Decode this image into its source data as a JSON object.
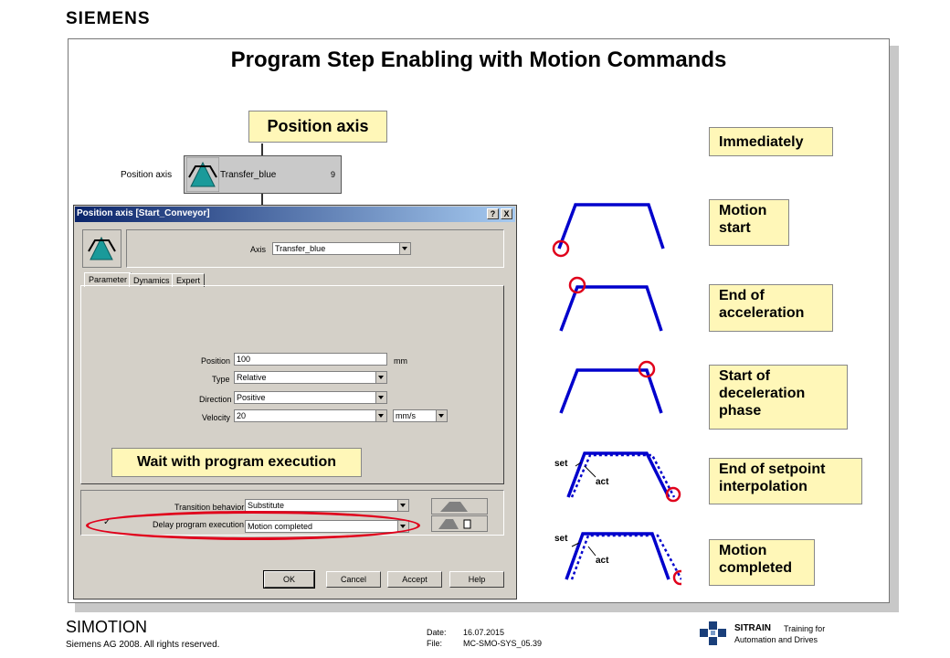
{
  "brand": {
    "logo": "SIEMENS"
  },
  "slide": {
    "title": "Program Step Enabling with Motion Commands",
    "position_axis_label": "Position axis",
    "wait_label": "Wait with program execution"
  },
  "sequence_block": {
    "label": "Position axis",
    "name": "Transfer_blue",
    "number": "9"
  },
  "dialog": {
    "title": "Position axis [Start_Conveyor]",
    "help_btn": "?",
    "close_btn": "X",
    "axis_label": "Axis",
    "axis_value": "Transfer_blue",
    "tabs": [
      "Parameter",
      "Dynamics",
      "Expert"
    ],
    "fields": {
      "position_label": "Position",
      "position_value": "100",
      "position_unit": "mm",
      "type_label": "Type",
      "type_value": "Relative",
      "direction_label": "Direction",
      "direction_value": "Positive",
      "velocity_label": "Velocity",
      "velocity_value": "20",
      "velocity_unit": "mm/s"
    },
    "transition_label": "Transition behavior",
    "transition_value": "Substitute",
    "delay_label": "Delay program execution",
    "delay_checked": true,
    "delay_value": "Motion completed",
    "buttons": {
      "ok": "OK",
      "cancel": "Cancel",
      "accept": "Accept",
      "help": "Help"
    }
  },
  "enable_options": [
    {
      "label_lines": [
        "Immediately"
      ]
    },
    {
      "label_lines": [
        "Motion",
        "start"
      ]
    },
    {
      "label_lines": [
        "End of",
        "acceleration"
      ]
    },
    {
      "label_lines": [
        "Start of",
        "deceleration",
        "phase"
      ]
    },
    {
      "label_lines": [
        "End of setpoint",
        "interpolation"
      ]
    },
    {
      "label_lines": [
        "Motion",
        "completed"
      ]
    }
  ],
  "profile_labels": {
    "set": "set",
    "act": "act"
  },
  "colors": {
    "profile": "#0000cc",
    "marker": "#e0001b",
    "label_bg": "#fff7b8",
    "dialog_bg": "#d4d0c8"
  },
  "footer": {
    "product": "SIMOTION",
    "copyright": "Siemens AG 2008. All rights reserved.",
    "date_label": "Date:",
    "date": "16.07.2015",
    "file_label": "File:",
    "file": "MC-SMO-SYS_05.39",
    "sitrain": "SITRAIN",
    "sitrain_sub": "Training for",
    "sitrain_sub2": "Automation and Drives"
  }
}
